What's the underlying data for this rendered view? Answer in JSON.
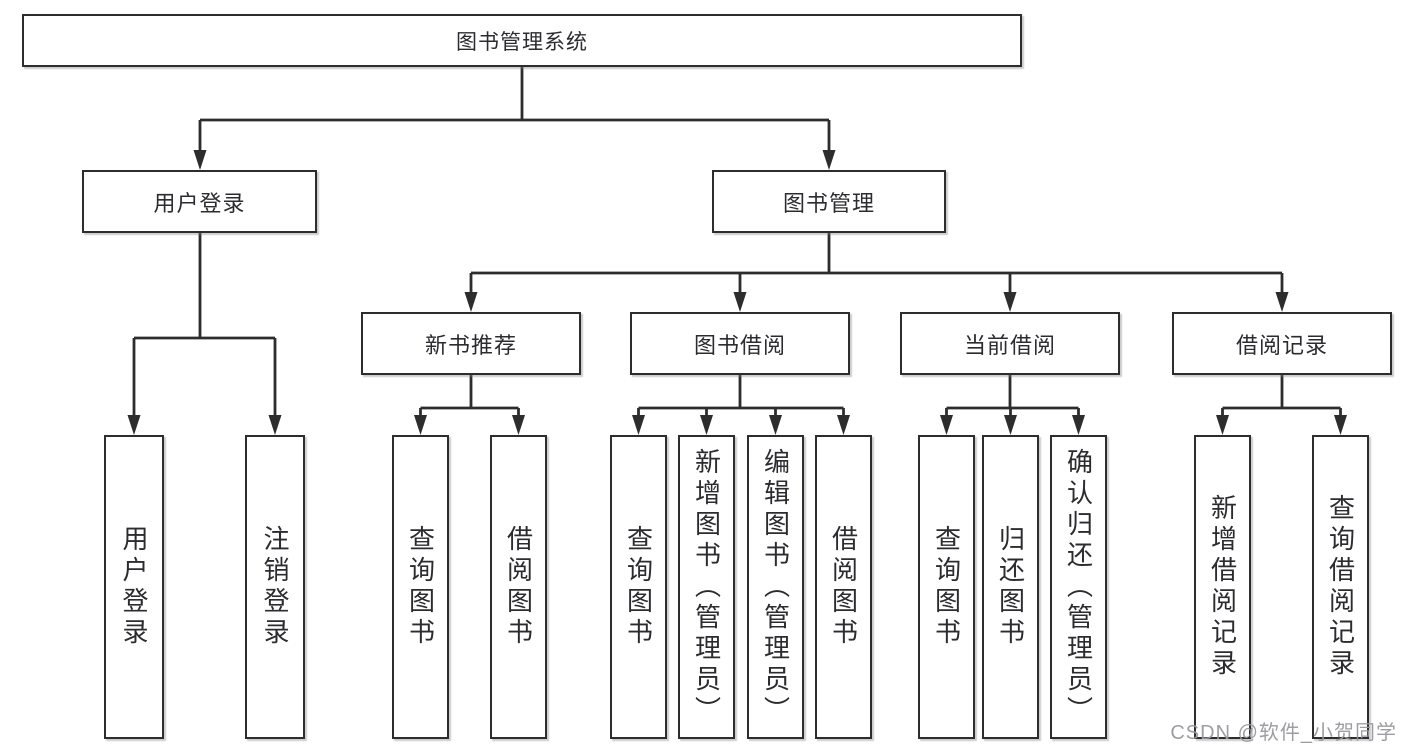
{
  "title": "图书管理系统",
  "nodes": {
    "root": "图书管理系统",
    "user_login": "用户登录",
    "book_management": "图书管理",
    "new_book_recommend": "新书推荐",
    "book_borrowing": "图书借阅",
    "current_borrowing": "当前借阅",
    "borrowing_records": "借阅记录"
  },
  "leaves": {
    "user_login": "用户登录",
    "logout": "注销登录",
    "query_books_1": "查询图书",
    "borrow_books_1": "借阅图书",
    "query_books_2": "查询图书",
    "add_book_admin": "新增图书（管理员）",
    "edit_book_admin": "编辑图书（管理员）",
    "borrow_books_2": "借阅图书",
    "query_books_3": "查询图书",
    "return_books": "归还图书",
    "confirm_return_admin": "确认归还（管理员）",
    "add_borrow_record": "新增借阅记录",
    "query_borrow_record": "查询借阅记录"
  },
  "watermark": "CSDN @软件_小贺同学",
  "colors": {
    "line": "#2d2d2d",
    "text": "#2c2c30",
    "watermark": "#98989e",
    "box_background": "#ffffff"
  }
}
